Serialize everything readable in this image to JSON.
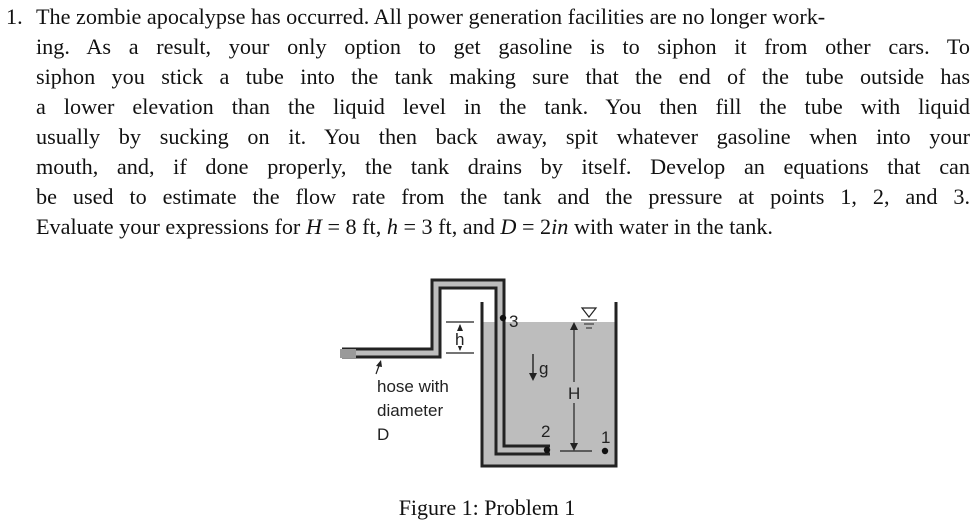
{
  "problem": {
    "number": "1.",
    "lines": [
      "The zombie apocalypse has occurred. All power generation facilities are no longer work-",
      "ing. As a result, your only option to get gasoline is to siphon it from other cars. To",
      "siphon you stick a tube into the tank making sure that the end of the tube outside has",
      "a lower elevation than the liquid level in the tank. You then fill the tube with liquid",
      "usually by sucking on it. You then back away, spit whatever gasoline when into your",
      "mouth, and, if done properly, the tank drains by itself. Develop an equations that can",
      "be used to estimate the flow rate from the tank and the pressure at points 1, 2, and 3."
    ],
    "last_line": {
      "prefix": "Evaluate your expressions for ",
      "H_var": "H",
      "H_val": " = 8 ft, ",
      "h_var": "h",
      "h_val": " = 3 ft, and ",
      "D_var": "D",
      "D_eq": " = 2",
      "D_unit": "in",
      "suffix": " with water in the tank."
    }
  },
  "figure": {
    "labels": {
      "h": "h",
      "hose_line1": "hose with",
      "hose_line2": "diameter",
      "hose_line3": "D",
      "g": "g",
      "H": "H",
      "point1": "1",
      "point2": "2",
      "point3": "3"
    },
    "colors": {
      "liquid": "#bdbdbd",
      "tube_fill": "#bdbdbd",
      "hose_end": "#9a9a9a",
      "outline": "#222222"
    }
  },
  "caption": "Figure 1: Problem 1"
}
